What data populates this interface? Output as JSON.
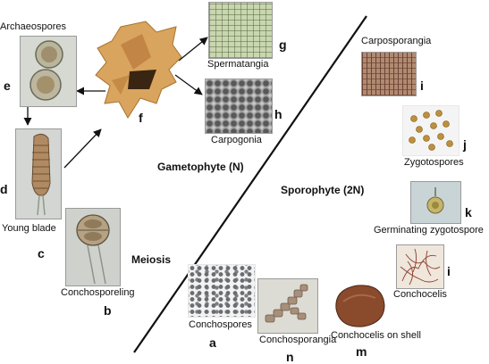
{
  "phases": {
    "gametophyte": "Gametophyte (N)",
    "sporophyte": "Sporophyte (2N)",
    "meiosis": "Meiosis"
  },
  "stages": {
    "a": {
      "letter": "a",
      "label": "Conchospores"
    },
    "b": {
      "letter": "b",
      "label": "Conchosporeling"
    },
    "c": {
      "letter": "c",
      "label": ""
    },
    "d": {
      "letter": "d",
      "label": "Young blade"
    },
    "e": {
      "letter": "e",
      "label": "Archaeospores"
    },
    "f": {
      "letter": "f",
      "label": ""
    },
    "g": {
      "letter": "g",
      "label": "Spermatangia"
    },
    "h": {
      "letter": "h",
      "label": "Carpogonia"
    },
    "i_top": {
      "letter": "i",
      "label": "Carposporangia"
    },
    "j": {
      "letter": "j",
      "label": "Zygotospores"
    },
    "k": {
      "letter": "k",
      "label": "Germinating zygotospore"
    },
    "i_bottom": {
      "letter": "i",
      "label": "Conchocelis"
    },
    "m": {
      "letter": "m",
      "label": "Conchocelis on shell"
    },
    "n": {
      "letter": "n",
      "label": "Conchosporangia"
    }
  }
}
